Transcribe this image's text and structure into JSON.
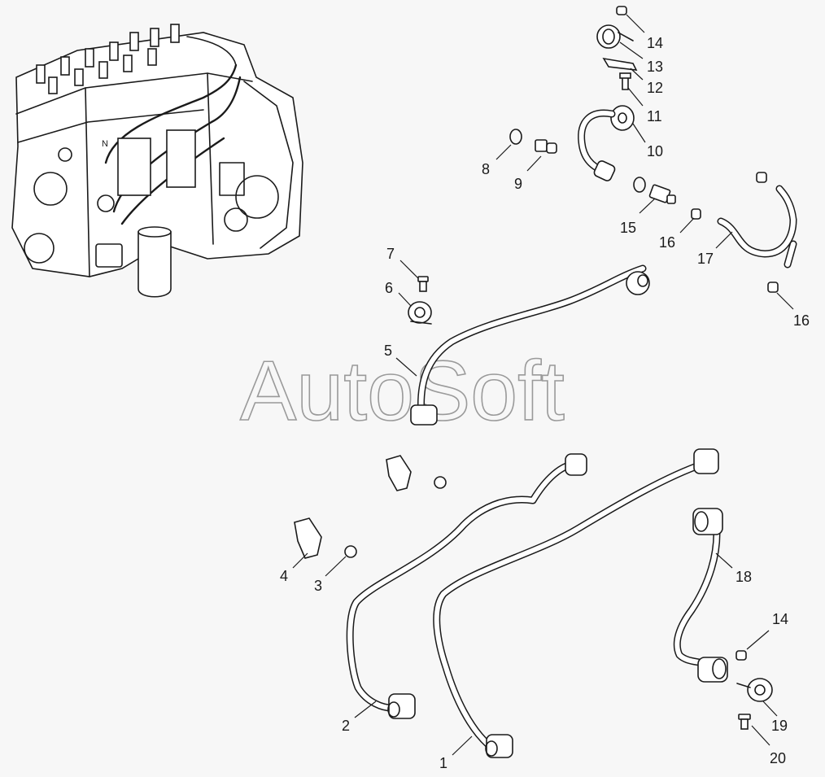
{
  "watermark": "AutoSoft",
  "callouts": [
    {
      "id": "c1",
      "label": "1"
    },
    {
      "id": "c2",
      "label": "2"
    },
    {
      "id": "c3",
      "label": "3"
    },
    {
      "id": "c4",
      "label": "4"
    },
    {
      "id": "c5",
      "label": "5"
    },
    {
      "id": "c6",
      "label": "6"
    },
    {
      "id": "c7",
      "label": "7"
    },
    {
      "id": "c8",
      "label": "8"
    },
    {
      "id": "c9",
      "label": "9"
    },
    {
      "id": "c10",
      "label": "10"
    },
    {
      "id": "c11",
      "label": "11"
    },
    {
      "id": "c12",
      "label": "12"
    },
    {
      "id": "c13",
      "label": "13"
    },
    {
      "id": "c14a",
      "label": "14"
    },
    {
      "id": "c14b",
      "label": "14"
    },
    {
      "id": "c15",
      "label": "15"
    },
    {
      "id": "c16a",
      "label": "16"
    },
    {
      "id": "c16b",
      "label": "16"
    },
    {
      "id": "c17",
      "label": "17"
    },
    {
      "id": "c18",
      "label": "18"
    },
    {
      "id": "c19",
      "label": "19"
    },
    {
      "id": "c20",
      "label": "20"
    }
  ]
}
